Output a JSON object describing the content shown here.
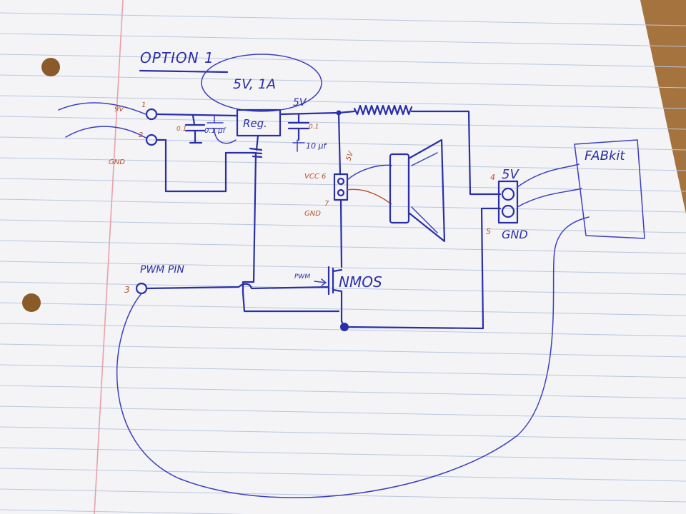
{
  "colors": {
    "paper": "#f4f4f6",
    "ruled_line": "#b9c7dd",
    "margin_line": "#e9a0a8",
    "ink_blue": "#2a2fa8",
    "ink_red": "#b8512a",
    "desk": "#a5733e"
  },
  "title": "OPTION 1",
  "regulator": {
    "label": "Reg.",
    "rating": "5V, 1A"
  },
  "input": {
    "pin1_num": "1",
    "pin1_label": "9V",
    "pin2_num": "2",
    "pin2_label": "GND"
  },
  "input_caps": {
    "small": "0.1",
    "mid": "0.1 µf"
  },
  "output_caps": {
    "small": "0.1",
    "large": "10 µf"
  },
  "rail_5v": "5V",
  "fan": {
    "vcc_label": "VCC 6",
    "gnd_label": "GND",
    "gnd_num": "7",
    "v_label": "5V"
  },
  "pwm": {
    "pin_label": "PWM PIN",
    "pin_num": "3",
    "gate_label": "PWM"
  },
  "mosfet": {
    "label": "NMOS"
  },
  "terminal": {
    "top_num": "4",
    "top_label": "5V",
    "bottom_num": "5",
    "bottom_label": "GND"
  },
  "board": {
    "label": "FABkit"
  }
}
